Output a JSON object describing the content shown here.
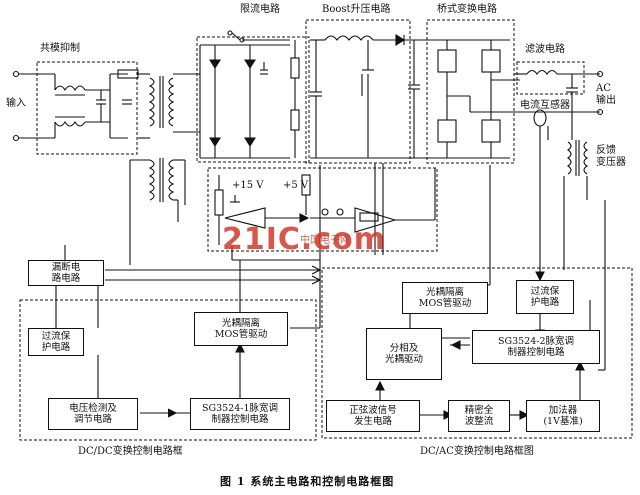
{
  "labels": {
    "emi_filter": "共模抑制",
    "input": "输入",
    "clamp_circuit": "限流电路",
    "boost_circuit": "Boost升压电路",
    "bridge_inverter": "桥式变换电路",
    "output_filter": "滤波电路",
    "ac_output": "AC\n输出",
    "current_transformer": "电流互感器",
    "feedback_transformer": "反馈\n变压器",
    "plus15v": "+15 V",
    "plus5v": "+5 V"
  },
  "boxes": {
    "protect_detect": "漏断电\n路电路",
    "overcurrent_left": "过流保\n护电路",
    "opto_mos_left": "光耦隔离\nMOS管驱动",
    "voltage_detect": "电压检测及\n调节电路",
    "pwm_left": "SG3524-1脉宽调\n制器控制电路",
    "opto_mos_right": "光耦隔离\nMOS管驱动",
    "overcurrent_right": "过流保\n护电路",
    "phase_split": "分相及\n光耦驱动",
    "pwm_right": "SG3524-2脉宽调\n制器控制电路",
    "sine_gen": "正弦波信号\n发生电路",
    "fsin_wave": "精密全\n波整流",
    "adder": "加法器\n(1V基准)"
  },
  "group_titles": {
    "dcdc": "DC/DC变换控制电路框",
    "dcac": "DC/AC变换控制电路框图"
  },
  "caption": "图 1    系统主电路和控制电路框图",
  "watermark": {
    "logo": "21IC.com",
    "site": "中国电子网"
  },
  "colors": {
    "ink": "#111111",
    "watermark": "#d23a2a"
  }
}
